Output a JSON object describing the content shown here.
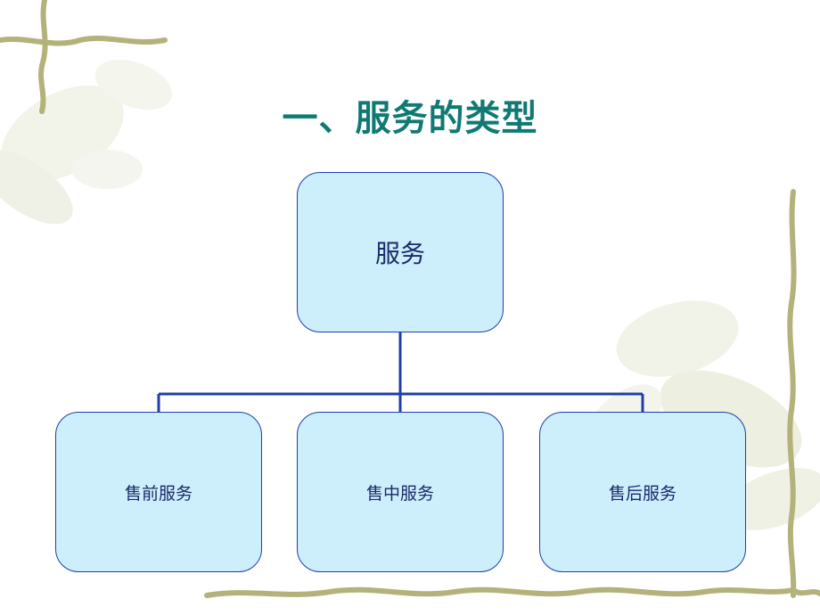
{
  "slide": {
    "title": "一、服务的类型"
  },
  "diagram": {
    "root": {
      "label": "服务"
    },
    "children": [
      {
        "label": "售前服务"
      },
      {
        "label": "售中服务"
      },
      {
        "label": "售后服务"
      }
    ]
  },
  "colors": {
    "title": "#0f7a73",
    "node_fill": "#cdeefb",
    "node_border": "#1f3fa6",
    "connector": "#1f3fa6",
    "vine": "#b2b27a",
    "leaf": "#e6e8d6"
  }
}
